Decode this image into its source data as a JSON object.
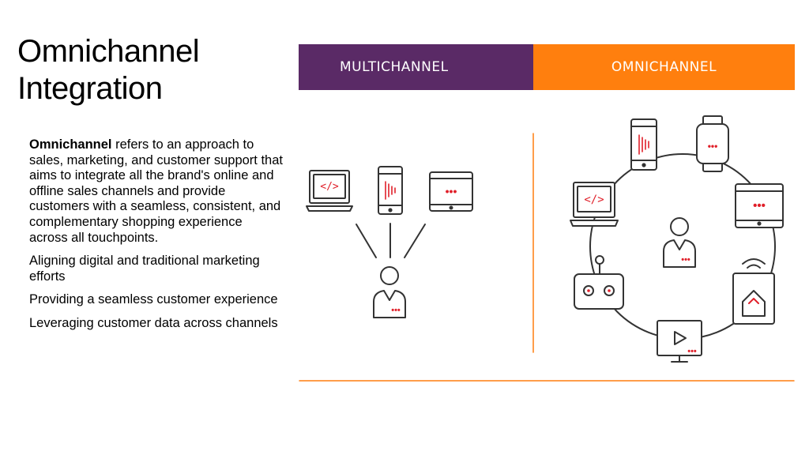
{
  "slide": {
    "title_line1": "Omnichannel",
    "title_line2": "Integration",
    "intro_bold": "Omnichannel",
    "intro_rest": " refers to an approach to sales, marketing, and customer support that aims to integrate all the brand's online and offline sales channels and provide customers with a seamless, consistent, and complementary shopping experience across all touchpoints.",
    "points": [
      "Aligning digital and traditional marketing efforts",
      "Providing a seamless customer experience",
      "Leveraging customer data across channels"
    ]
  },
  "diagram": {
    "left_header": "MULTICHANNEL",
    "right_header": "OMNICHANNEL",
    "colors": {
      "multichannel": "#5a2a66",
      "omnichannel": "#ff7f0e",
      "accent_red": "#e0202a",
      "line": "#333333"
    },
    "multichannel_icons": [
      "laptop-code-icon",
      "smartphone-icon",
      "tablet-icon",
      "person-icon"
    ],
    "omnichannel_icons": [
      "smartphone-icon",
      "smartwatch-icon",
      "laptop-code-icon",
      "tablet-icon",
      "person-icon",
      "robot-icon",
      "smart-home-icon",
      "tv-play-icon"
    ]
  }
}
